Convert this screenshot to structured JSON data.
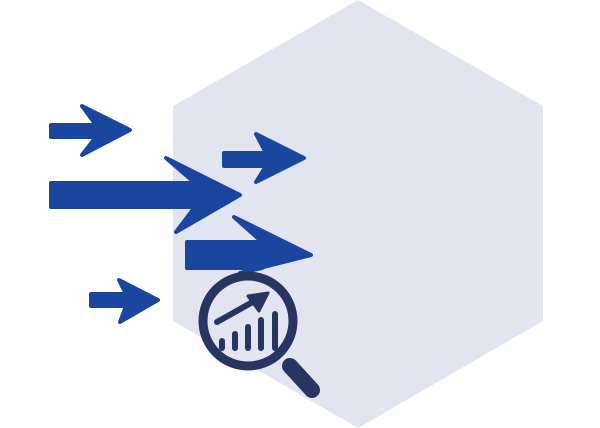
{
  "illustration": {
    "colors": {
      "background": "#ffffff",
      "hexagon": "#e2e4f0",
      "arrows": "#1a46a0",
      "magnifier": "#283562"
    },
    "icons": [
      "hexagon-shape",
      "arrow-right-icon",
      "magnifier-growth-chart-icon"
    ],
    "chart_icon_bar_levels": [
      1,
      2,
      3,
      4,
      5
    ]
  }
}
